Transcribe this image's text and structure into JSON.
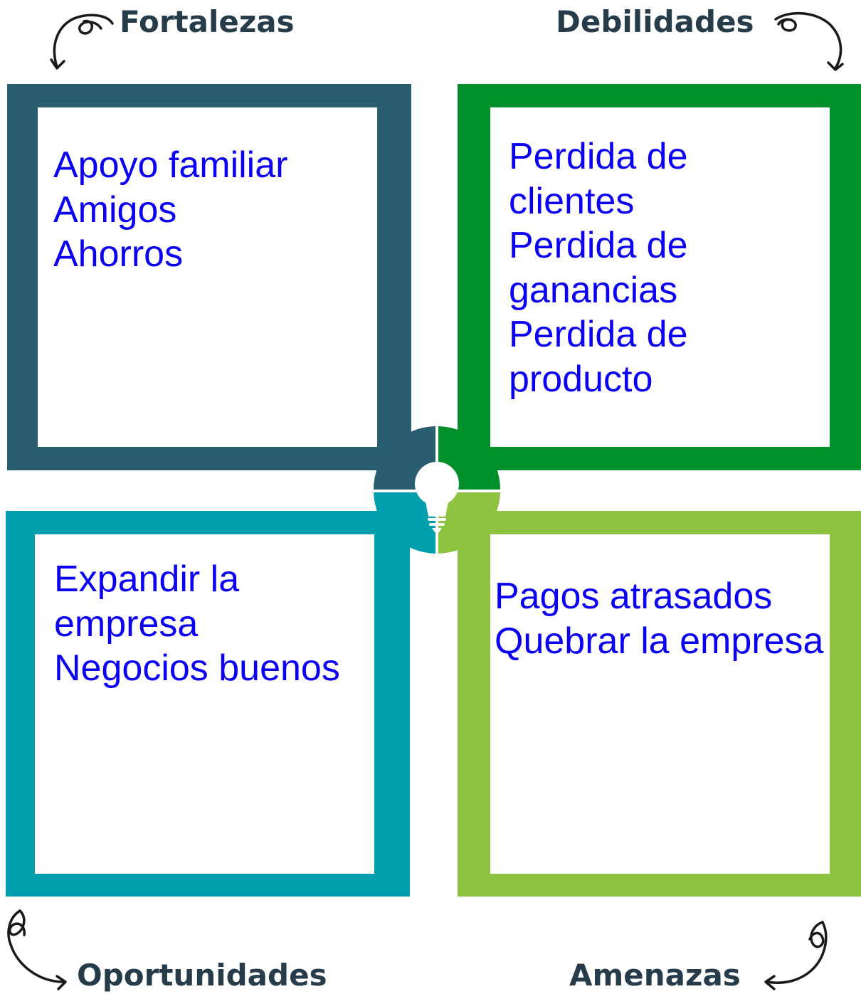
{
  "quadrants": {
    "fortalezas": {
      "title": "Fortalezas",
      "items": [
        "Apoyo familiar",
        "Amigos",
        "Ahorros"
      ],
      "color": "#285e70"
    },
    "debilidades": {
      "title": "Debilidades",
      "items": [
        "Perdida de clientes",
        "Perdida de ganancias",
        "Perdida de producto"
      ],
      "color": "#00902b"
    },
    "oportunidades": {
      "title": "Oportunidades",
      "items": [
        "Expandir la empresa",
        "Negocios buenos"
      ],
      "color": "#009fad"
    },
    "amenazas": {
      "title": "Amenazas",
      "items": [
        "Pagos atrasados",
        "Quebrar la empresa"
      ],
      "color": "#8dc340"
    }
  },
  "colors": {
    "heading": "#263c4b",
    "item_text": "#0b00f2"
  },
  "icons": {
    "center": "lightbulb-icon",
    "arrows": "curly-arrow-icon"
  }
}
